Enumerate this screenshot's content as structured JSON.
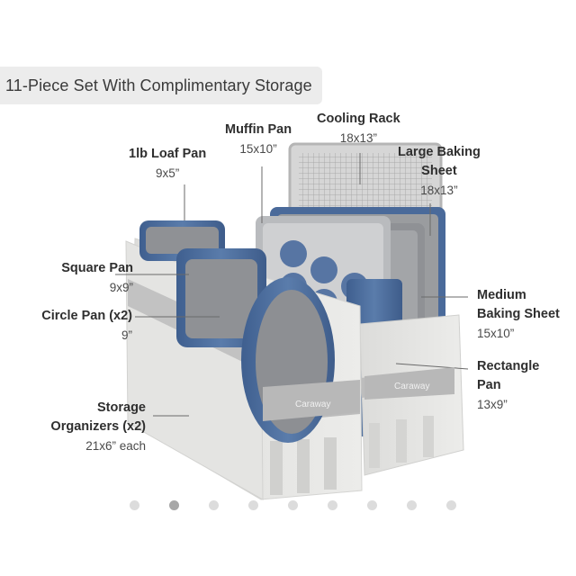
{
  "banner": {
    "title": "11-Piece Set With Complimentary Storage"
  },
  "labels": {
    "loaf": {
      "name": "1lb Loaf Pan",
      "size": "9x5”"
    },
    "muffin": {
      "name": "Muffin Pan",
      "size": "15x10”"
    },
    "cooling": {
      "name": "Cooling Rack",
      "size": "18x13”"
    },
    "large_sheet": {
      "name_line1": "Large Baking",
      "name_line2": "Sheet",
      "size": "18x13”"
    },
    "square": {
      "name": "Square Pan",
      "size": "9x9”"
    },
    "circle": {
      "name": "Circle Pan (x2)",
      "size": "9”"
    },
    "medium_sheet": {
      "name_line1": "Medium",
      "name_line2": "Baking Sheet",
      "size": "15x10”"
    },
    "rectangle": {
      "name_line1": "Rectangle",
      "name_line2": "Pan",
      "size": "13x9”"
    },
    "storage": {
      "name_line1": "Storage",
      "name_line2": "Organizers (x2)",
      "size": "21x6” each"
    }
  },
  "brand": {
    "strap_text": "Caraway"
  },
  "carousel": {
    "total": 9,
    "active_index": 1
  },
  "colors": {
    "pan_blue": "#4f6f9e",
    "pan_inner": "#8d8f93",
    "organizer": "#e2e2e0",
    "strap": "#bdbdbd",
    "rack": "#c8c8c8"
  }
}
